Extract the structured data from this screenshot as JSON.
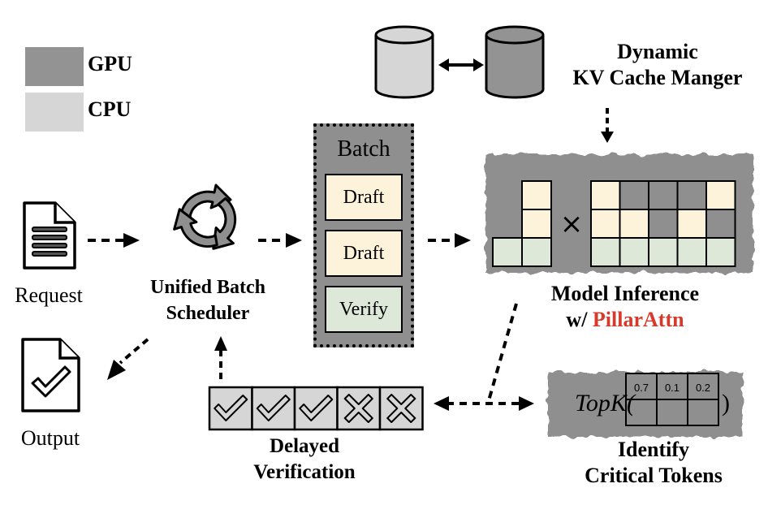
{
  "legend": {
    "items": [
      {
        "label": "GPU",
        "color": "#939393"
      },
      {
        "label": "CPU",
        "color": "#d6d6d6"
      }
    ]
  },
  "kv_cache": {
    "title_line1": "Dynamic",
    "title_line2": "KV Cache Manger",
    "cpu_color": "#d6d6d6",
    "gpu_color": "#939393"
  },
  "request": {
    "label": "Request"
  },
  "output": {
    "label": "Output"
  },
  "scheduler": {
    "line1": "Unified Batch",
    "line2": "Scheduler"
  },
  "batch": {
    "title": "Batch",
    "items": [
      {
        "label": "Draft",
        "kind": "draft"
      },
      {
        "label": "Draft",
        "kind": "draft"
      },
      {
        "label": "Verify",
        "kind": "verify"
      }
    ]
  },
  "model_inference": {
    "line1": "Model Inference",
    "line2_prefix": "w/ ",
    "line2_highlight": "PillarAttn",
    "highlight_color": "#d9392b",
    "operator": "×",
    "left_matrix": [
      [
        "empty",
        "draft"
      ],
      [
        "empty",
        "draft"
      ],
      [
        "verify",
        "verify"
      ]
    ],
    "right_matrix": [
      [
        "draft",
        "gpu",
        "gpu",
        "gpu",
        "draft"
      ],
      [
        "draft",
        "draft",
        "gpu",
        "draft",
        "gpu"
      ],
      [
        "verify",
        "verify",
        "verify",
        "verify",
        "verify"
      ]
    ]
  },
  "topk": {
    "label": "TopK(",
    "close": ")",
    "values": [
      "0.7",
      "0.1",
      "0.2"
    ],
    "caption_line1": "Identify",
    "caption_line2": "Critical Tokens"
  },
  "verification": {
    "results": [
      "check",
      "check",
      "check",
      "cross",
      "cross"
    ],
    "caption_line1": "Delayed",
    "caption_line2": "Verification"
  },
  "colors": {
    "draft": "#fdf3da",
    "verify": "#dde8d8",
    "gpu": "#8f8f8f",
    "cpu": "#d6d6d6"
  }
}
